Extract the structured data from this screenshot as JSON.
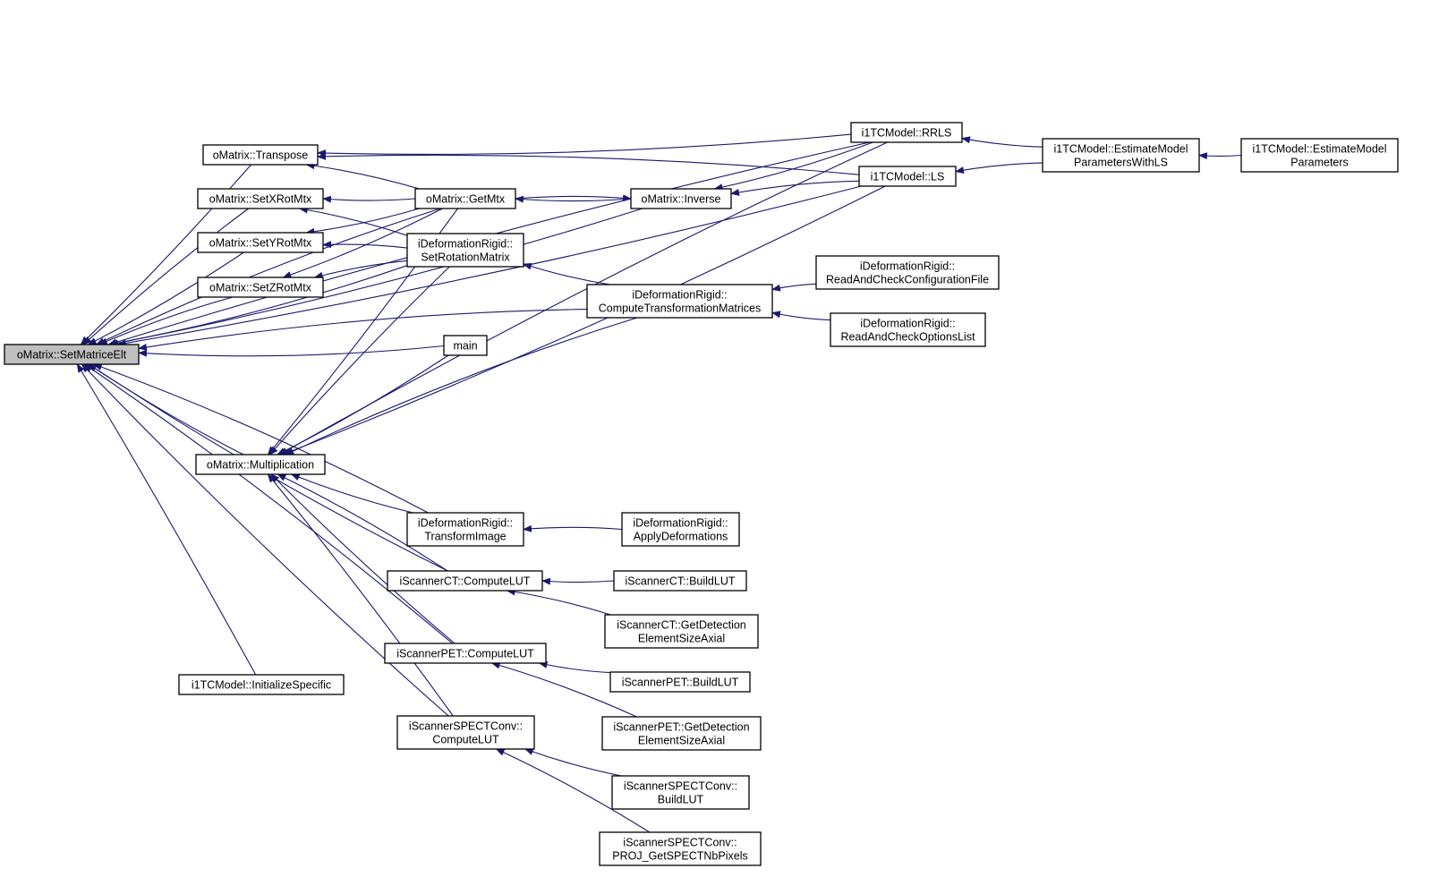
{
  "graph": {
    "root": "setmatriceelt",
    "colors": {
      "edge": "#191970",
      "node_border": "#000000",
      "root_fill": "#bfbfbf",
      "node_fill": "#ffffff"
    },
    "nodes": {
      "setmatriceelt": {
        "lines": [
          "oMatrix::SetMatriceElt"
        ]
      },
      "transpose": {
        "lines": [
          "oMatrix::Transpose"
        ]
      },
      "setxrot": {
        "lines": [
          "oMatrix::SetXRotMtx"
        ]
      },
      "setyrot": {
        "lines": [
          "oMatrix::SetYRotMtx"
        ]
      },
      "setzrot": {
        "lines": [
          "oMatrix::SetZRotMtx"
        ]
      },
      "multiplication": {
        "lines": [
          "oMatrix::Multiplication"
        ]
      },
      "initspecific": {
        "lines": [
          "i1TCModel::InitializeSpecific"
        ]
      },
      "getmtx": {
        "lines": [
          "oMatrix::GetMtx"
        ]
      },
      "setrotmatrix": {
        "lines": [
          "iDeformationRigid::",
          "SetRotationMatrix"
        ]
      },
      "main": {
        "lines": [
          "main"
        ]
      },
      "transformimage": {
        "lines": [
          "iDeformationRigid::",
          "TransformImage"
        ]
      },
      "ct_computelut": {
        "lines": [
          "iScannerCT::ComputeLUT"
        ]
      },
      "pet_computelut": {
        "lines": [
          "iScannerPET::ComputeLUT"
        ]
      },
      "spect_computelut": {
        "lines": [
          "iScannerSPECTConv::",
          "ComputeLUT"
        ]
      },
      "inverse": {
        "lines": [
          "oMatrix::Inverse"
        ]
      },
      "computetransform": {
        "lines": [
          "iDeformationRigid::",
          "ComputeTransformationMatrices"
        ]
      },
      "applydeform": {
        "lines": [
          "iDeformationRigid::",
          "ApplyDeformations"
        ]
      },
      "ct_buildlut": {
        "lines": [
          "iScannerCT::BuildLUT"
        ]
      },
      "ct_getdet": {
        "lines": [
          "iScannerCT::GetDetection",
          "ElementSizeAxial"
        ]
      },
      "pet_buildlut": {
        "lines": [
          "iScannerPET::BuildLUT"
        ]
      },
      "pet_getdet": {
        "lines": [
          "iScannerPET::GetDetection",
          "ElementSizeAxial"
        ]
      },
      "spect_buildlut": {
        "lines": [
          "iScannerSPECTConv::",
          "BuildLUT"
        ]
      },
      "spect_proj": {
        "lines": [
          "iScannerSPECTConv::",
          "PROJ_GetSPECTNbPixels"
        ]
      },
      "rrls": {
        "lines": [
          "i1TCModel::RRLS"
        ]
      },
      "ls": {
        "lines": [
          "i1TCModel::LS"
        ]
      },
      "readconfig": {
        "lines": [
          "iDeformationRigid::",
          "ReadAndCheckConfigurationFile"
        ]
      },
      "readoptions": {
        "lines": [
          "iDeformationRigid::",
          "ReadAndCheckOptionsList"
        ]
      },
      "estimatewithls": {
        "lines": [
          "i1TCModel::EstimateModel",
          "ParametersWithLS"
        ]
      },
      "estimate": {
        "lines": [
          "i1TCModel::EstimateModel",
          "Parameters"
        ]
      }
    },
    "edges": [
      [
        "transpose",
        "setmatriceelt"
      ],
      [
        "setxrot",
        "setmatriceelt"
      ],
      [
        "setyrot",
        "setmatriceelt"
      ],
      [
        "setzrot",
        "setmatriceelt"
      ],
      [
        "multiplication",
        "setmatriceelt"
      ],
      [
        "initspecific",
        "setmatriceelt"
      ],
      [
        "setrotmatrix",
        "setmatriceelt"
      ],
      [
        "computetransform",
        "setmatriceelt"
      ],
      [
        "main",
        "setmatriceelt"
      ],
      [
        "transformimage",
        "setmatriceelt"
      ],
      [
        "ct_computelut",
        "setmatriceelt"
      ],
      [
        "pet_computelut",
        "setmatriceelt"
      ],
      [
        "spect_computelut",
        "setmatriceelt"
      ],
      [
        "getmtx",
        "setmatriceelt"
      ],
      [
        "inverse",
        "setmatriceelt"
      ],
      [
        "rrls",
        "setmatriceelt"
      ],
      [
        "ls",
        "setmatriceelt"
      ],
      [
        "getmtx",
        "transpose"
      ],
      [
        "rrls",
        "transpose"
      ],
      [
        "ls",
        "transpose"
      ],
      [
        "getmtx",
        "setxrot"
      ],
      [
        "setrotmatrix",
        "setxrot"
      ],
      [
        "getmtx",
        "setyrot"
      ],
      [
        "setrotmatrix",
        "setyrot"
      ],
      [
        "getmtx",
        "setzrot"
      ],
      [
        "setrotmatrix",
        "setzrot"
      ],
      [
        "getmtx",
        "multiplication"
      ],
      [
        "setrotmatrix",
        "multiplication"
      ],
      [
        "main",
        "multiplication"
      ],
      [
        "computetransform",
        "multiplication"
      ],
      [
        "ls",
        "multiplication"
      ],
      [
        "rrls",
        "multiplication"
      ],
      [
        "transformimage",
        "multiplication"
      ],
      [
        "ct_computelut",
        "multiplication"
      ],
      [
        "pet_computelut",
        "multiplication"
      ],
      [
        "spect_computelut",
        "multiplication"
      ],
      [
        "inverse",
        "getmtx"
      ],
      [
        "getmtx",
        "inverse"
      ],
      [
        "rrls",
        "inverse"
      ],
      [
        "ls",
        "inverse"
      ],
      [
        "computetransform",
        "setrotmatrix"
      ],
      [
        "readconfig",
        "computetransform"
      ],
      [
        "readoptions",
        "computetransform"
      ],
      [
        "applydeform",
        "transformimage"
      ],
      [
        "ct_buildlut",
        "ct_computelut"
      ],
      [
        "ct_getdet",
        "ct_computelut"
      ],
      [
        "pet_buildlut",
        "pet_computelut"
      ],
      [
        "pet_getdet",
        "pet_computelut"
      ],
      [
        "spect_buildlut",
        "spect_computelut"
      ],
      [
        "spect_proj",
        "spect_computelut"
      ],
      [
        "estimatewithls",
        "rrls"
      ],
      [
        "estimatewithls",
        "ls"
      ],
      [
        "estimate",
        "estimatewithls"
      ]
    ]
  }
}
